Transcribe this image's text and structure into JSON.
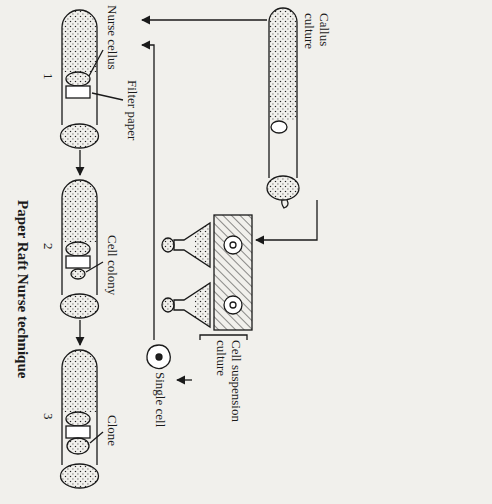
{
  "diagram": {
    "title": "Paper Raft Nurse technique",
    "nodes": [
      {
        "text": [
          "Callus culture"
        ]
      },
      {
        "text": [
          "Cell suspension culture"
        ]
      },
      {
        "text": [
          "Single cell"
        ]
      },
      {
        "text": [
          "Nurse cellus",
          "Filter paper",
          "1"
        ]
      },
      {
        "text": [
          "Cell colony",
          "2"
        ]
      },
      {
        "text": [
          "Clone",
          "3"
        ]
      }
    ],
    "edges": [
      {
        "from": 0,
        "to": 3,
        "arrow": "to"
      },
      {
        "from": 0,
        "to": 1,
        "arrow": "to"
      },
      {
        "from": 1,
        "to": 2,
        "arrow": "to"
      },
      {
        "from": 2,
        "to": 3,
        "arrow": "to"
      },
      {
        "from": 3,
        "to": 4,
        "arrow": "to"
      },
      {
        "from": 4,
        "to": 5,
        "arrow": "to"
      }
    ]
  }
}
